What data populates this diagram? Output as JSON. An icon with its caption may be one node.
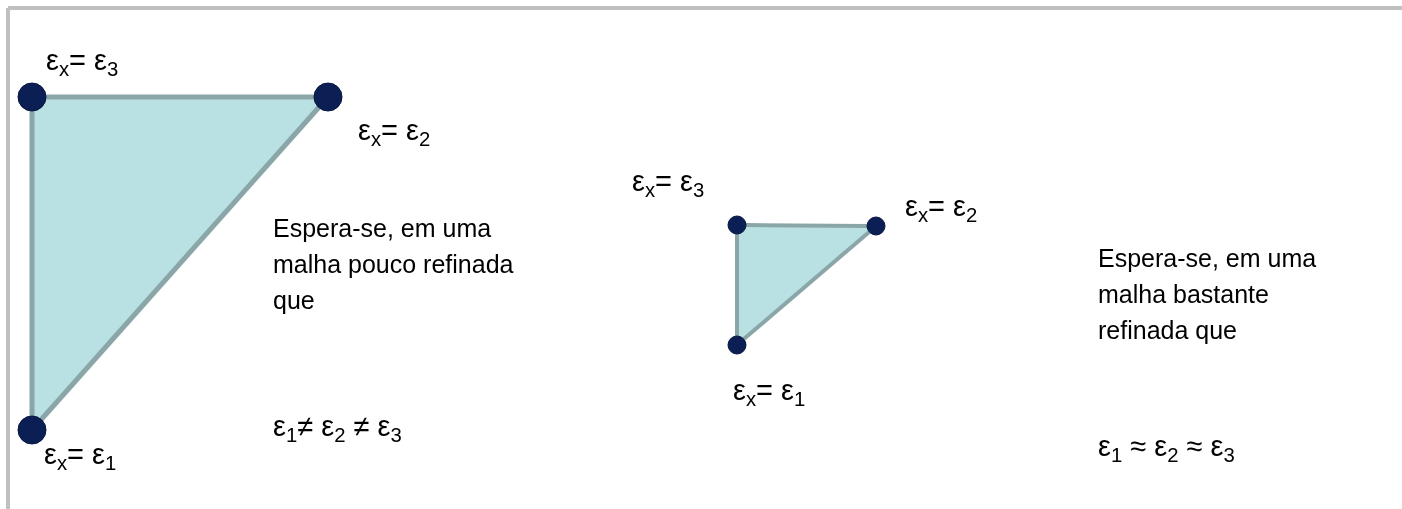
{
  "diagram": {
    "nodes": [
      {
        "text": [],
        "shape": "circle",
        "beside": [
          "ε$_{x}$= ε$_{3}$"
        ]
      },
      {
        "text": [],
        "shape": "circle",
        "beside": [
          "ε$_{x}$= ε$_{2}$"
        ]
      },
      {
        "text": [],
        "shape": "circle",
        "beside": [
          "ε$_{x}$= ε$_{1}$"
        ]
      },
      {
        "text": [],
        "shape": "circle",
        "beside": [
          "ε$_{x}$= ε$_{3}$"
        ]
      },
      {
        "text": [],
        "shape": "circle",
        "beside": [
          "ε$_{x}$= ε$_{2}$"
        ]
      },
      {
        "text": [],
        "shape": "circle",
        "beside": [
          "ε$_{x}$= ε$_{1}$"
        ]
      }
    ],
    "edges": [
      {
        "from": 0,
        "to": 1,
        "arrow": "none"
      },
      {
        "from": 1,
        "to": 2,
        "arrow": "none"
      },
      {
        "from": 2,
        "to": 0,
        "arrow": "none"
      },
      {
        "from": 3,
        "to": 4,
        "arrow": "none"
      },
      {
        "from": 4,
        "to": 5,
        "arrow": "none"
      },
      {
        "from": 5,
        "to": 3,
        "arrow": "none"
      }
    ],
    "labels": [
      "Espera-se, em uma malha pouco refinada que",
      "ε$_{1}$≠ ε$_{2}$ ≠ ε$_{3}$",
      "Espera-se, em uma malha bastante refinada que",
      "ε$_{1}$ ≈ ε$_{2}$ ≈ ε$_{3}$"
    ]
  }
}
